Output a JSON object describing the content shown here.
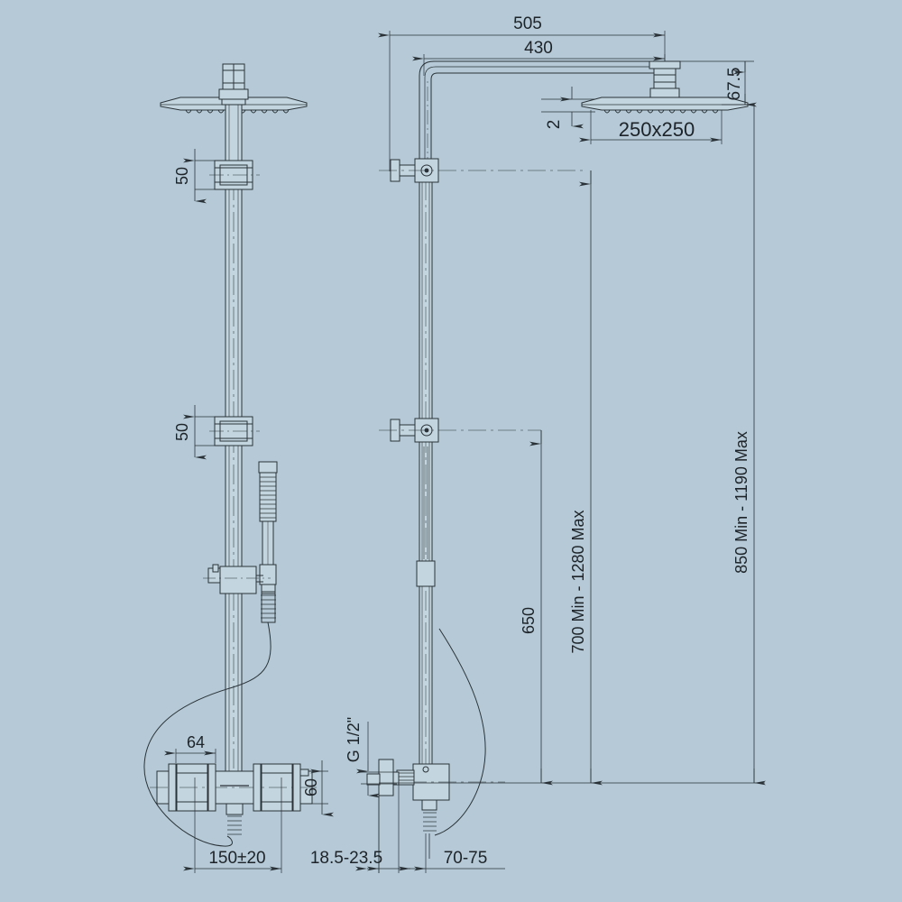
{
  "drawing": {
    "title": "Square thermostatic shower column - dimensioned technical drawing",
    "background_color": "#b5cad6",
    "line_color": "#2a3238",
    "text_color": "#1d2328",
    "units": "mm",
    "views": [
      {
        "name": "front-elevation-view",
        "label": ""
      },
      {
        "name": "side-elevation-view",
        "label": ""
      }
    ]
  },
  "dimensions": {
    "overall_projection": "505",
    "arm_projection": "430",
    "head_height_offset": "67.5",
    "head_thickness": "2",
    "head_size": "250x250",
    "bracket_spacing_upper": "50",
    "bracket_spacing_lower": "50",
    "valve_inlet_centres": "150±20",
    "valve_outlet_width": "64",
    "valve_body_height": "60",
    "wall_to_inlet": "18.5-23.5",
    "wall_to_riser": "70-75",
    "thread_spec": "G 1/2\"",
    "handset_height": "650",
    "rail_range": "700 Min - 1280 Max",
    "head_range": "850 Min - 1190 Max"
  },
  "labels": {
    "d505": "505",
    "d430": "430",
    "d675": "67.5",
    "d2": "2",
    "d250x250": "250x250",
    "d50a": "50",
    "d50b": "50",
    "d64": "64",
    "d60": "60",
    "d150": "150±20",
    "d1853": "18.5-23.5",
    "d7075": "70-75",
    "g12": "G 1/2\"",
    "d650": "650",
    "d700": "700 Min - 1280 Max",
    "d850": "850 Min - 1190 Max"
  }
}
